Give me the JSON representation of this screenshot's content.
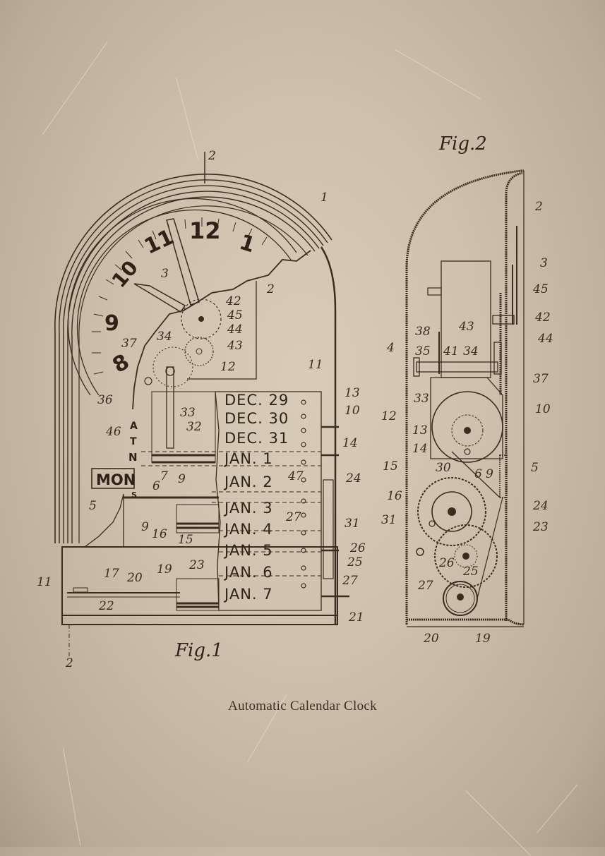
{
  "caption": "Automatic Calendar Clock",
  "colors": {
    "paper": "#c9bca8",
    "ink": "#3a2c1f"
  },
  "figures": {
    "fig1": {
      "label": "Fig.1",
      "section_marks": [
        "2",
        "2"
      ],
      "clock_numerals": [
        "8",
        "9",
        "10",
        "11",
        "12",
        "1"
      ],
      "day_display": "MON",
      "weekday_letters": [
        "A",
        "T",
        "N",
        "S"
      ],
      "calendar_strip": [
        "DEC. 29",
        "DEC. 30",
        "DEC. 31",
        "JAN. 1",
        "JAN. 2",
        "JAN. 3",
        "JAN. 4",
        "JAN. 5",
        "JAN. 6",
        "JAN. 7"
      ],
      "reference_numbers": [
        "1",
        "2",
        "2",
        "3",
        "42",
        "45",
        "44",
        "43",
        "34",
        "37",
        "12",
        "11",
        "36",
        "46",
        "33",
        "32",
        "13",
        "10",
        "14",
        "7",
        "9",
        "6",
        "5",
        "47",
        "24",
        "27",
        "31",
        "9",
        "16",
        "15",
        "17",
        "11",
        "20",
        "19",
        "23",
        "26",
        "25",
        "27",
        "22",
        "21"
      ]
    },
    "fig2": {
      "label": "Fig.2",
      "reference_numbers": [
        "2",
        "3",
        "45",
        "42",
        "43",
        "44",
        "38",
        "35",
        "41",
        "34",
        "4",
        "37",
        "33",
        "12",
        "10",
        "13",
        "14",
        "15",
        "30",
        "6",
        "9",
        "5",
        "16",
        "24",
        "31",
        "23",
        "26",
        "25",
        "27",
        "20",
        "19"
      ]
    }
  }
}
